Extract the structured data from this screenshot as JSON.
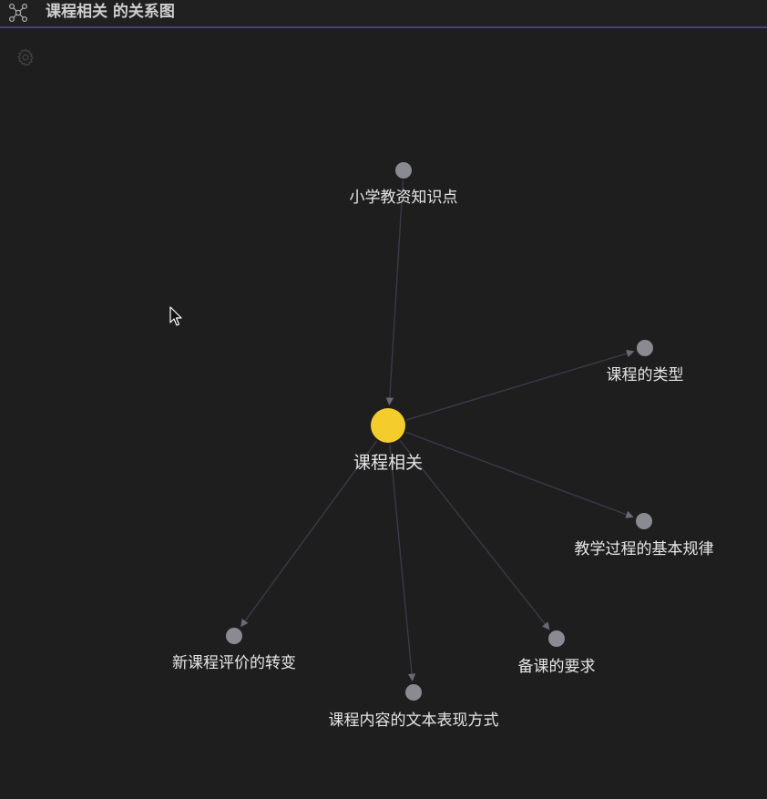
{
  "window": {
    "title": "课程相关 的关系图",
    "title_icon": "graph-network-icon",
    "settings_icon": "gear-icon"
  },
  "graph": {
    "center": {
      "id": "center",
      "label": "课程相关",
      "color": "#f4cc2c"
    },
    "nodes": [
      {
        "id": "n1",
        "label": "小学教资知识点",
        "color": "#8a8a92"
      },
      {
        "id": "n2",
        "label": "课程的类型",
        "color": "#8a8a92"
      },
      {
        "id": "n3",
        "label": "教学过程的基本规律",
        "color": "#8a8a92"
      },
      {
        "id": "n4",
        "label": "备课的要求",
        "color": "#8a8a92"
      },
      {
        "id": "n5",
        "label": "课程内容的文本表现方式",
        "color": "#8a8a92"
      },
      {
        "id": "n6",
        "label": "新课程评价的转变",
        "color": "#8a8a92"
      }
    ],
    "edges": [
      {
        "from": "n1",
        "to": "center"
      },
      {
        "from": "center",
        "to": "n2"
      },
      {
        "from": "center",
        "to": "n3"
      },
      {
        "from": "center",
        "to": "n4"
      },
      {
        "from": "center",
        "to": "n5"
      },
      {
        "from": "center",
        "to": "n6"
      }
    ],
    "edge_color": "#3a3a4a",
    "label_color": "#e6e6e6"
  }
}
